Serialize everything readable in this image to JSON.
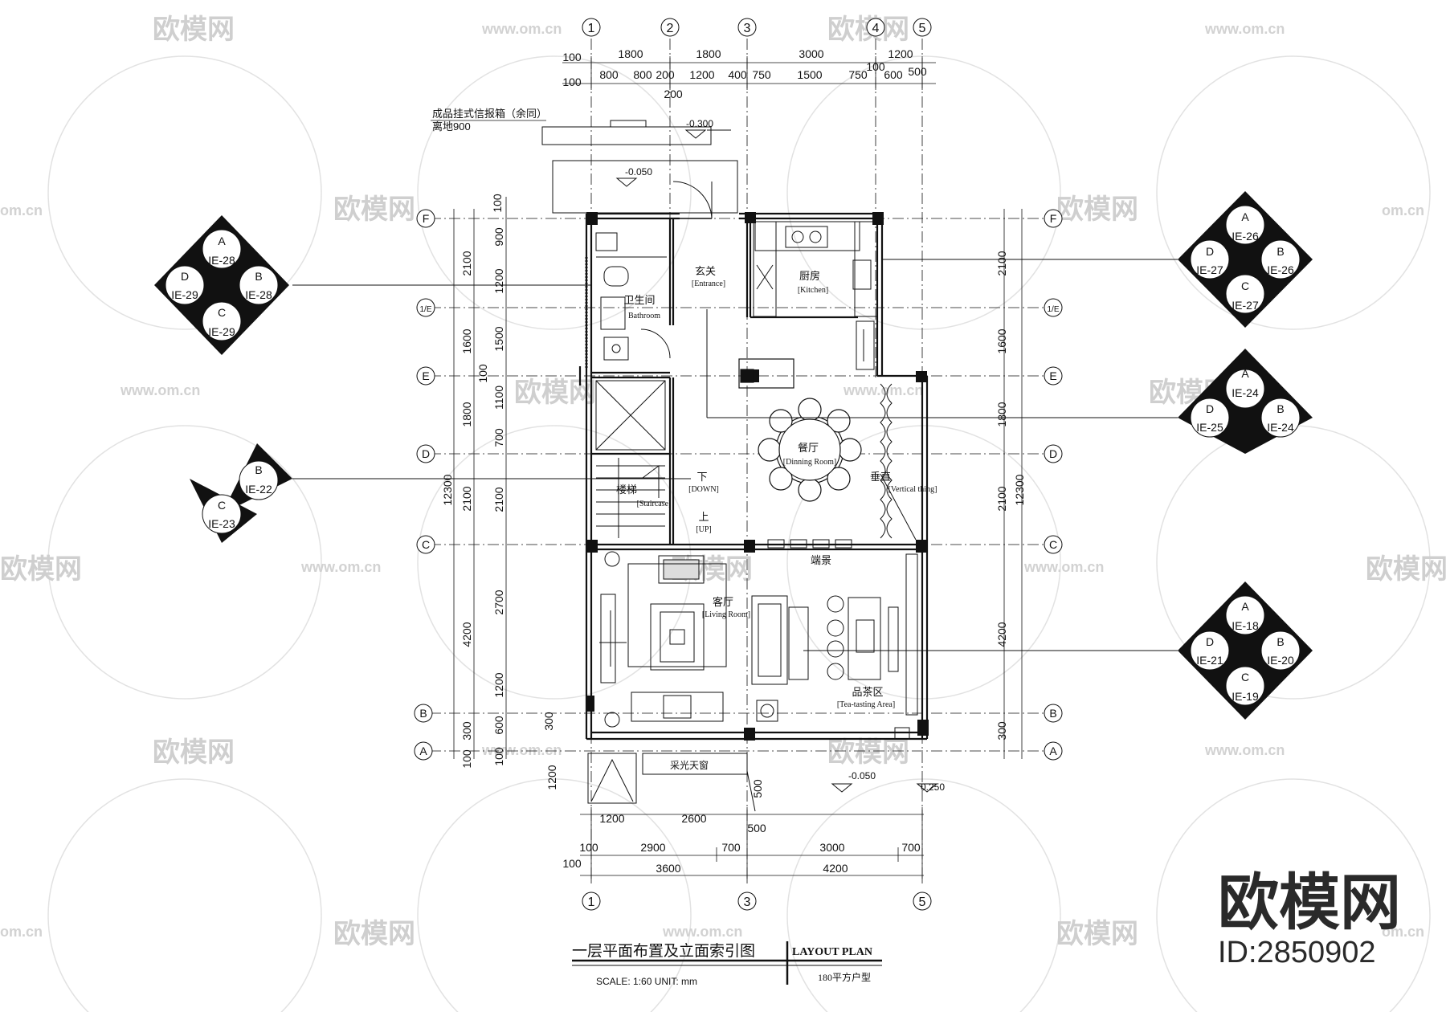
{
  "title": {
    "cn": "一层平面布置及立面索引图",
    "en": "LAYOUT  PLAN",
    "scale": "SCALE: 1:60   UNIT:  mm",
    "unit_type": "180平方户型"
  },
  "watermark": {
    "logo": "欧模网",
    "url": "www.om.cn",
    "url_short": "om.cn",
    "id": "ID:2850902"
  },
  "grid_cols": [
    "1",
    "2",
    "3",
    "4",
    "5"
  ],
  "grid_rows": [
    "F",
    "1/E",
    "E",
    "D",
    "C",
    "B",
    "A"
  ],
  "top_dims_row1": [
    "1800",
    "1800",
    "3000",
    "1200"
  ],
  "top_dims_row2": [
    "800",
    "800",
    "200",
    "1200",
    "400",
    "750",
    "1500",
    "750",
    "100",
    "600",
    "500"
  ],
  "top_dims_side": [
    "100",
    "100",
    "200"
  ],
  "left_dims_outer": [
    "2100",
    "1600",
    "1800",
    "2100",
    "4200",
    "300",
    "100"
  ],
  "left_dims_inner": [
    "900",
    "1200",
    "1500",
    "100",
    "1100",
    "700",
    "2100",
    "2700",
    "1200",
    "600",
    "100",
    "100"
  ],
  "left_total": "12300",
  "right_dims": [
    "2100",
    "1600",
    "1800",
    "2100",
    "4200",
    "300"
  ],
  "right_total": "12300",
  "bottom_dims_row1": [
    "1200",
    "2600"
  ],
  "bottom_dims_row2": [
    "100",
    "2900",
    "700",
    "3000",
    "700"
  ],
  "bottom_dims_row3": [
    "100",
    "3600",
    "4200"
  ],
  "bottom_misc": [
    "1200",
    "500",
    "500",
    "300"
  ],
  "levels": [
    "-0.300",
    "-0.050",
    "-0.050",
    "0.250"
  ],
  "notes": {
    "mailbox": "成品挂式信报箱（余同）",
    "mailbox2": "离地900",
    "skylight": "采光天窗"
  },
  "rooms": [
    {
      "cn": "玄关",
      "en": "[Entrance]"
    },
    {
      "cn": "厨房",
      "en": "[Kitchen]"
    },
    {
      "cn": "卫生间",
      "en": "Bathroom"
    },
    {
      "cn": "餐厅",
      "en": "[Dinning Room]"
    },
    {
      "cn": "垂直",
      "en": "[Vertical   thing]"
    },
    {
      "cn": "楼梯",
      "en": "[Staircase]"
    },
    {
      "cn": "下",
      "en": "[DOWN]"
    },
    {
      "cn": "上",
      "en": "[UP]"
    },
    {
      "cn": "客厅",
      "en": "[Living Room]"
    },
    {
      "cn": "端景",
      "en": ""
    },
    {
      "cn": "品茶区",
      "en": "[Tea-tasting Area]"
    }
  ],
  "index_marks": [
    {
      "cells": [
        "A",
        "IE-28",
        "B",
        "IE-28",
        "C",
        "IE-29",
        "D",
        "IE-29"
      ]
    },
    {
      "cells": [
        "A",
        "IE-26",
        "B",
        "IE-26",
        "C",
        "IE-27",
        "D",
        "IE-27"
      ]
    },
    {
      "cells": [
        "A",
        "IE-24",
        "B",
        "IE-24",
        "D",
        "IE-25"
      ]
    },
    {
      "cells": [
        "B",
        "IE-22",
        "C",
        "IE-23"
      ]
    },
    {
      "cells": [
        "A",
        "IE-18",
        "B",
        "IE-20",
        "C",
        "IE-19",
        "D",
        "IE-21"
      ]
    }
  ],
  "colors": {
    "ink": "#111111",
    "watermark": "#d0d0d0",
    "logo": "#2a2a2a"
  }
}
